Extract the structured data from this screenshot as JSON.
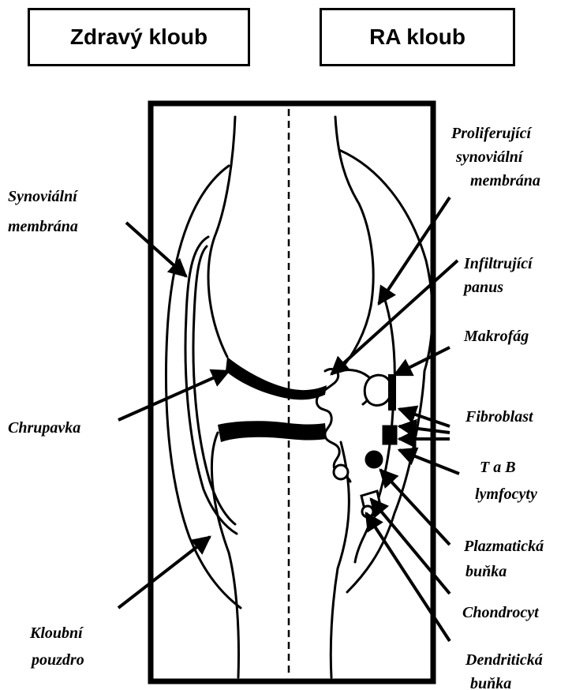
{
  "headers": {
    "healthy": "Zdravý kloub",
    "ra": "RA kloub"
  },
  "labels": {
    "synovial_membrane": [
      "Synoviální",
      "membrána"
    ],
    "cartilage": [
      "Chrupavka"
    ],
    "joint_capsule": [
      "Kloubní",
      "pouzdro"
    ],
    "proliferating_membrane": [
      "Proliferující",
      "synoviální",
      "membrána"
    ],
    "infiltrating_pannus": [
      "Infiltrující",
      "panus"
    ],
    "macrophage": [
      "Makrofág"
    ],
    "fibroblast": [
      "Fibroblast"
    ],
    "t_b_lymphocytes": [
      "T a B",
      "lymfocyty"
    ],
    "plasma_cell": [
      "Plazmatická",
      "buňka"
    ],
    "chondrocyte": [
      "Chondrocyt"
    ],
    "dendritic_cell": [
      "Dendritická",
      "buňka"
    ]
  },
  "colors": {
    "ink": "#000000",
    "background": "#ffffff"
  }
}
